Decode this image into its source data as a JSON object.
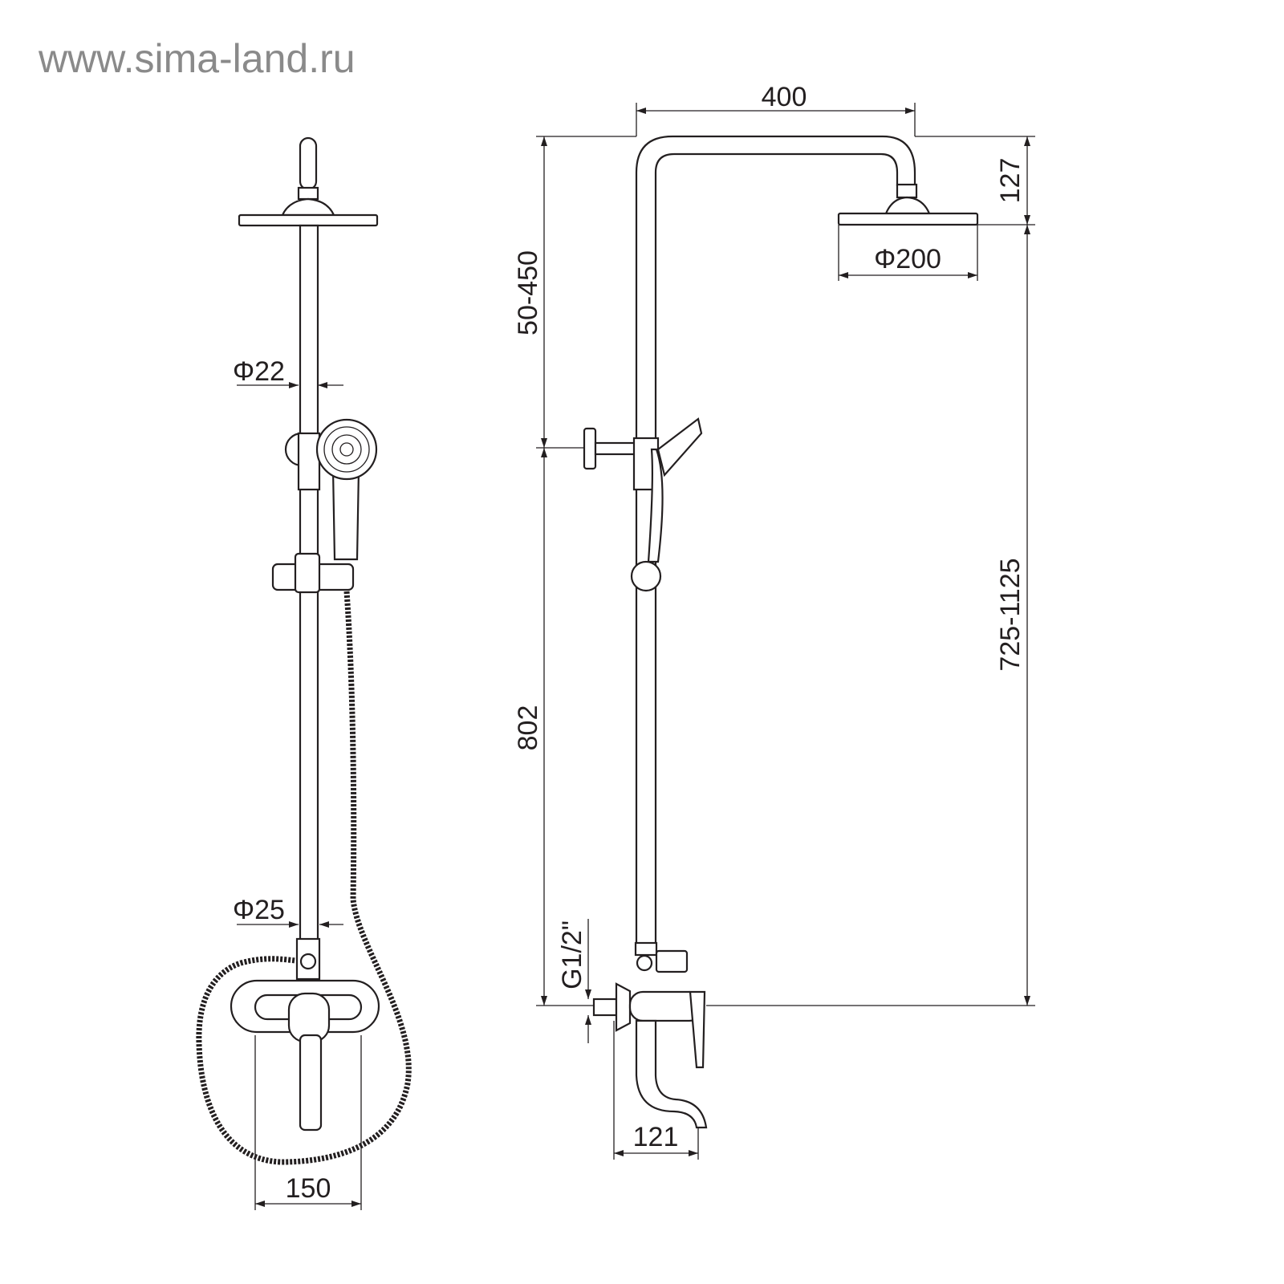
{
  "watermark": "www.sima-land.ru",
  "front_view": {
    "pipe_upper_diameter": "Φ22",
    "pipe_lower_diameter": "Φ25",
    "mixer_spacing": "150"
  },
  "side_view": {
    "arm_reach": "400",
    "head_height": "127",
    "head_diameter": "Φ200",
    "slider_range": "50-450",
    "height_range": "725-1125",
    "mixer_to_slider": "802",
    "thread": "G1/2\"",
    "spout_reach": "121"
  },
  "colors": {
    "line": "#231f20",
    "watermark": "#8a8a8a"
  }
}
